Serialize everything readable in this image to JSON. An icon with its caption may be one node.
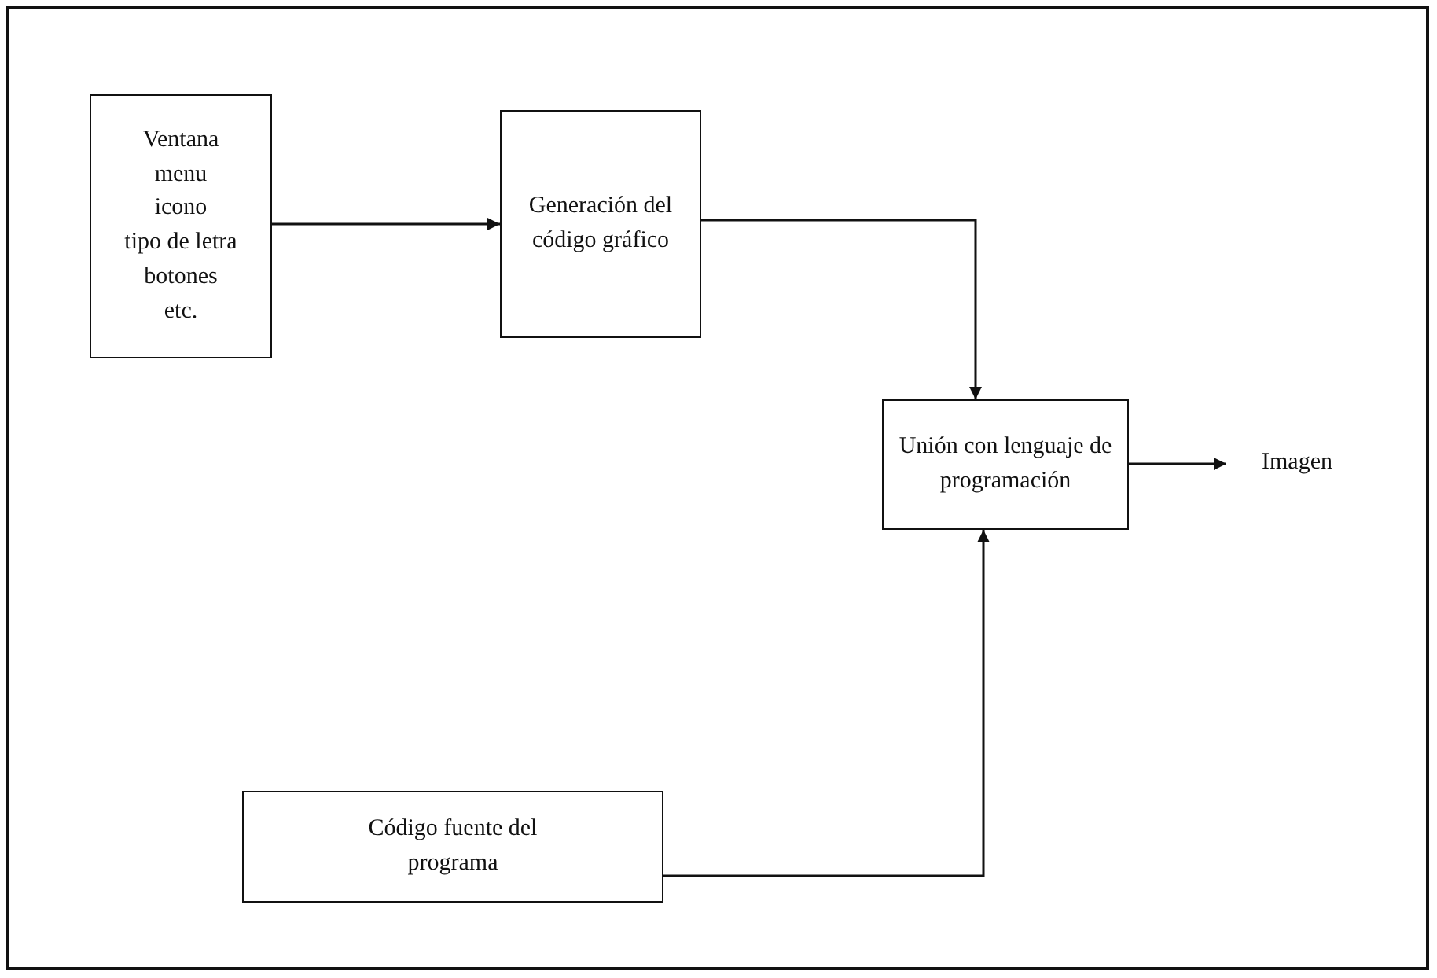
{
  "diagram": {
    "nodes": [
      {
        "text": [
          "Ventana",
          "menu",
          "icono",
          "tipo de letra",
          "botones",
          "etc."
        ]
      },
      {
        "text": [
          "Generación del código gráfico"
        ]
      },
      {
        "text": [
          "Unión con lenguaje de programación"
        ]
      },
      {
        "text": [
          "Imagen"
        ]
      },
      {
        "text": [
          "Código fuente del programa"
        ]
      }
    ],
    "edges": [
      {
        "from": 0,
        "to": 1,
        "arrow": "to"
      },
      {
        "from": 1,
        "to": 2,
        "arrow": "to"
      },
      {
        "from": 2,
        "to": 3,
        "arrow": "to"
      },
      {
        "from": 4,
        "to": 2,
        "arrow": "to"
      }
    ]
  }
}
